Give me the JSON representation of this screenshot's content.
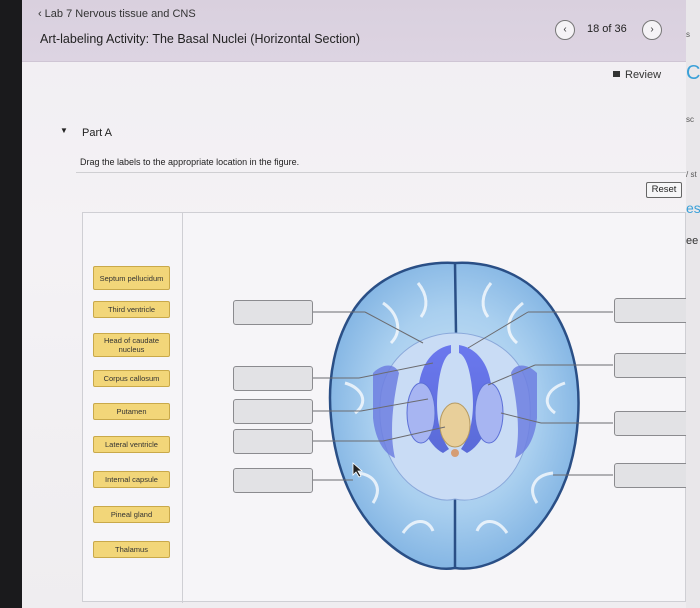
{
  "header": {
    "breadcrumb": "Lab 7 Nervous tissue and CNS",
    "activity_title": "Art-labeling Activity: The Basal Nuclei (Horizontal Section)",
    "page_count": "18 of 36"
  },
  "toolbar": {
    "review_label": "Review"
  },
  "part": {
    "label": "Part A",
    "instruction": "Drag the labels to the appropriate location in the figure.",
    "reset_label": "Reset"
  },
  "labels": [
    "Septum pellucidum",
    "Third ventricle",
    "Head of caudate nucleus",
    "Corpus callosum",
    "Putamen",
    "Lateral ventricle",
    "Internal capsule",
    "Pineal gland",
    "Thalamus"
  ],
  "side_fragments": [
    "C",
    "s",
    "sc",
    "/ st",
    "es",
    "ee"
  ],
  "colors": {
    "label_fill": "#f2d679",
    "header_bg": "#d9d0de",
    "drop_zone_fill": "#e2e2e5"
  }
}
